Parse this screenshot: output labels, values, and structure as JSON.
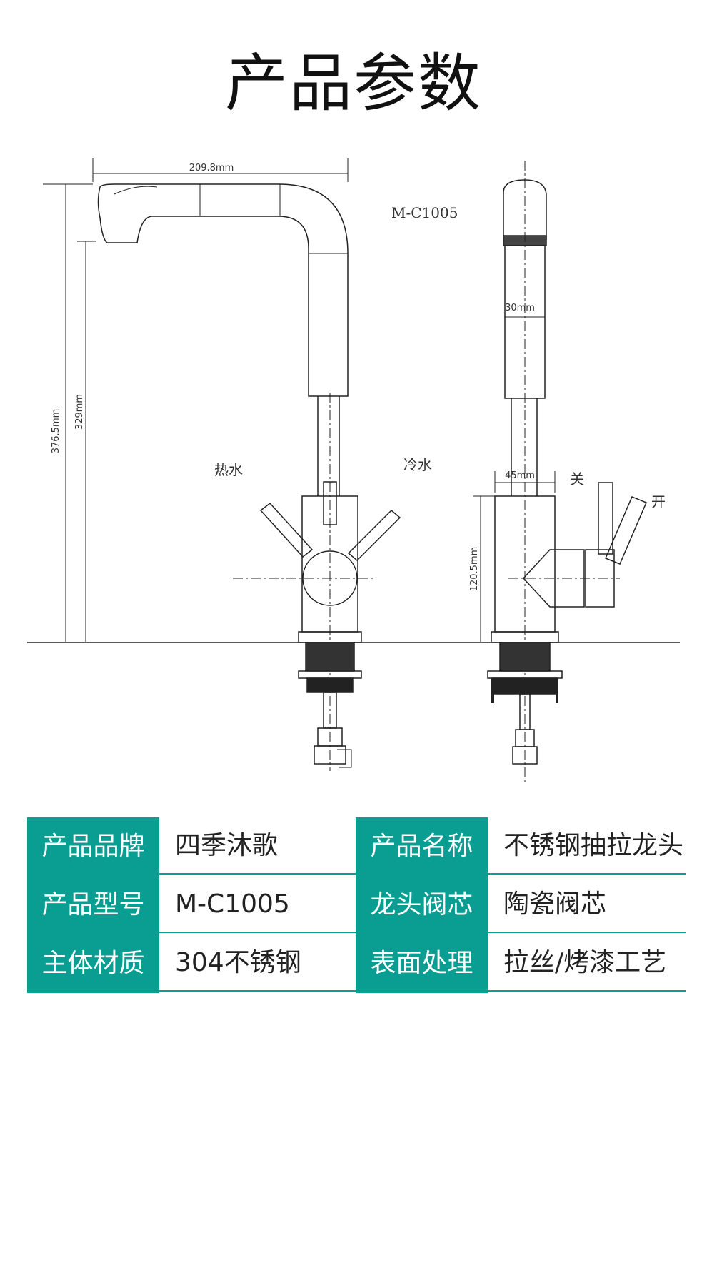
{
  "title": "产品参数",
  "model_code": "M-C1005",
  "dimensions": {
    "width": "209.8mm",
    "total_height": "376.5mm",
    "spout_height": "329mm",
    "neck": "30mm",
    "base": "45mm",
    "body_height": "120.5mm"
  },
  "labels": {
    "hot": "热水",
    "cold": "冷水",
    "off": "关",
    "on": "开"
  },
  "specs": [
    {
      "label": "产品品牌",
      "value": "四季沐歌"
    },
    {
      "label": "产品名称",
      "value": "不锈钢抽拉龙头"
    },
    {
      "label": "产品型号",
      "value": "M-C1005"
    },
    {
      "label": "龙头阀芯",
      "value": "陶瓷阀芯"
    },
    {
      "label": "主体材质",
      "value": "304不锈钢"
    },
    {
      "label": "表面处理",
      "value": "拉丝/烤漆工艺"
    }
  ],
  "colors": {
    "accent": "#0a9e92"
  }
}
